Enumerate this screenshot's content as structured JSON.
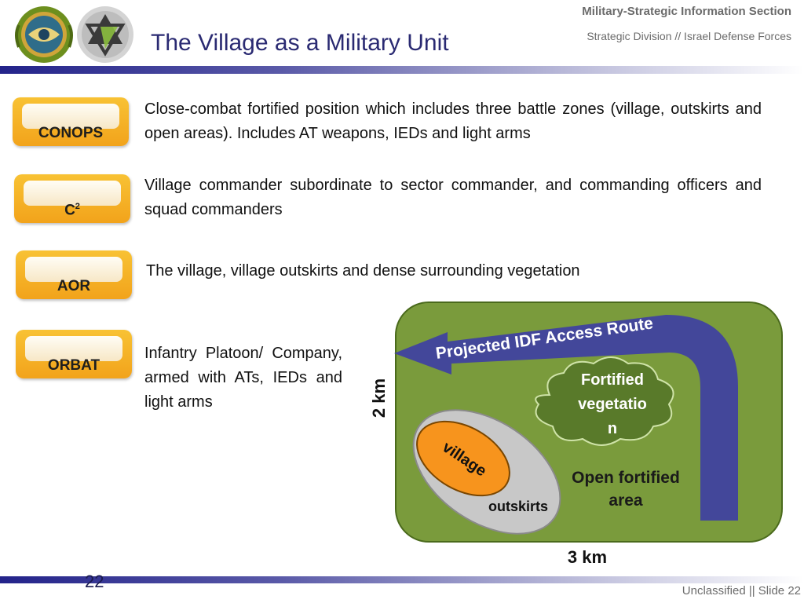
{
  "header": {
    "title": "The Village as a Military Unit",
    "org_title": "Military-Strategic Information Section",
    "org_subtitle": "Strategic Division // Israel Defense Forces"
  },
  "rows": [
    {
      "label": "CONOPS",
      "text": "Close-combat fortified position which includes three battle zones (village, outskirts and open areas). Includes AT weapons, IEDs and light arms"
    },
    {
      "label_base": "C",
      "label_sup": "2",
      "text": "Village commander subordinate to sector commander, and commanding officers and squad commanders"
    },
    {
      "label": "AOR",
      "text": "The village, village outskirts and dense surrounding vegetation"
    },
    {
      "label": "ORBAT",
      "text": "Infantry Platoon/ Company, armed with ATs, IEDs and light arms"
    }
  ],
  "diagram": {
    "route_label": "Projected IDF Access Route",
    "veg_line1": "Fortified",
    "veg_line2": "vegetatio",
    "veg_line3": "n",
    "open_line1": "Open fortified",
    "open_line2": "area",
    "village": "village",
    "outskirts": "outskirts",
    "width_label": "3 km",
    "height_label": "2 km",
    "colors": {
      "field": "#7a9b3c",
      "route": "#43479a",
      "village": "#f7941d",
      "outskirts": "#c8c8c8",
      "vegetation": "#597a2a"
    }
  },
  "footer": {
    "page_number": "22",
    "classification": "Unclassified || Slide 22"
  },
  "logos": [
    "intelligence-emblem-logo",
    "idf-star-logo"
  ]
}
